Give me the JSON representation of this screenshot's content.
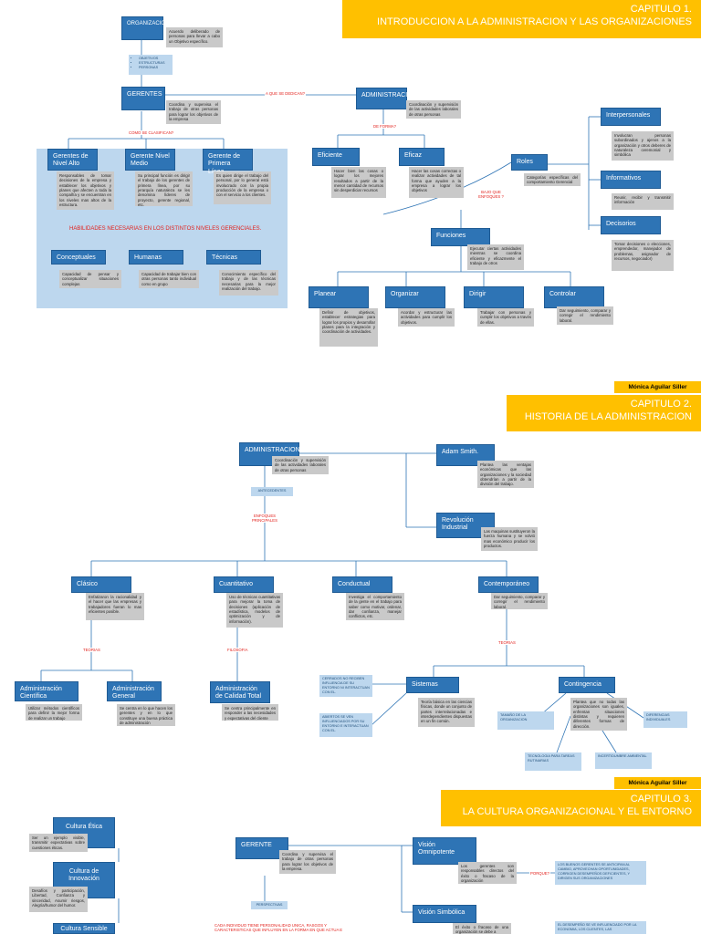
{
  "cap1": {
    "banner_line1": "CAPITULO 1.",
    "banner_line2": "INTRODUCCION A LA ADMINISTRACION Y LAS ORGANIZACIONES",
    "organizacion": "ORGANIZACION",
    "organizacion_note": "Acuerdo deliberado de personas para llevar a cabo un Objetivo específico.",
    "list": [
      "OBJETIVOS",
      "ESTRUCTURAS",
      "PERSONAS"
    ],
    "gerentes": "GERENTES",
    "gerentes_note": "Coordina y supervisa el trabajo de otras personas para lograr los objetivos de la empresa",
    "que_se_dedican": "A QUE SE DEDICAN?",
    "como_clasifican": "COMO SE CLASIFICAN?",
    "alto": "Gerentes de Nivel Alto",
    "alto_note": "Responsables de tomar decisiones de la empresa y establecer los objetivos y planes que afecten a toda la compañía y se encuentran en los niveles mas altos de la estructura.",
    "medio": "Gerente Nivel Medio",
    "medio_note": "Su principal función es dirigir el trabajo de los gerentes de primera línea, por su jerarquía naturaleza se les denomina líderes de proyecto, gerente regional, etc.",
    "primera": "Gerente de Primera Línea",
    "primera_note": "Es quien dirige el trabajo del personal, por lo general está involucrado con la propia producción de la empresa o con el servicio a los clientes.",
    "habilidades": "HABILIDADES NECESARIAS EN LOS DISTINTOS NIVELES GERENCIALES.",
    "conceptuales": "Conceptuales",
    "conceptuales_note": "Capacidad de pensar y conceptualizar situaciones complejas",
    "humanas": "Humanas",
    "humanas_note": "Capacidad de trabajar bien con otras personas tanto individual como en grupo",
    "tecnicas": "Técnicas",
    "tecnicas_note": "Conocimiento específico del trabajo y de las técnicas necesarias para la mejor realización del trabajo.",
    "administracion": "ADMINISTRACION",
    "administracion_note": "Coordinación y supervisión de las actividades laborales de otras personas",
    "de_forma": "DE FORMA?",
    "eficiente": "Eficiente",
    "eficiente_note": "Hacer bien las cosas o lograr los mejores resultados a partir de la menor cantidad de recursos sin desperdiciar recursos",
    "eficaz": "Eficaz",
    "eficaz_note": "Hacer las cosas correctas o realizar actividades de tal forma que ayuden a la empresa a lograr los objetivos",
    "bajo_que": "BAJO QUE ENFOQUES ?",
    "roles": "Roles",
    "roles_note": "Categorías específicas del comportamiento Gerencial",
    "interpersonales": "Interpersonales",
    "interpersonales_note": "Involucran personas subordinados y ajenos a la organización y otros deberes de naturaleza ceremonial y simbólica",
    "informativos": "Informativos",
    "informativos_note": "Reunir, recibir y transmitir información",
    "decisorios": "Decisorios",
    "decisorios_note": "Tomar decisiones o elecciones, emprendedor, manejador de problemas, asignador de recursos, negociador)",
    "funciones": "Funciones",
    "funciones_note": "Ejecutar ciertas actividades mientras se coordina eficiente y eficazmente el trabajo de otros",
    "planear": "Planear",
    "planear_note": "Definir de objetivos, establecer estrategias para lograr los propios y desarrollar planes para la integración y coordinación de actividades.",
    "organizar": "Organizar",
    "organizar_note": "Acordar y estructurar las actividades para cumplir los objetivos.",
    "dirigir": "Dirigir",
    "dirigir_note": "Trabajar con personas y cumplir los objetivos a través de ellas.",
    "controlar": "Controlar",
    "controlar_note": "Dar seguimiento, comparar y corregir el rendimiento laboral."
  },
  "cap2": {
    "author": "Mónica Aguilar Siller",
    "banner_line1": "CAPITULO 2.",
    "banner_line2": "HISTORIA DE LA ADMINISTRACION",
    "administracion": "ADMINISTRACION",
    "administracion_note": "Coordinación y supervisión de las actividades laborales de otras personas",
    "antecedentes": "ANTECEDENTES",
    "enfoques": "ENFOQUES PRINCIPALES",
    "adam": "Adam Smith.",
    "adam_note": "Plantea las ventajas económicas que las organizaciones y la sociedad obtendrían a partir de la división del trabajo.",
    "revolucion": "Revolución Industrial",
    "revolucion_note": "Las maquinas sustituyeron la fuerza humana y se volvió mas económico producir los productos.",
    "clasico": "Clásico",
    "clasico_note": "Enfatizaron la racionalidad y el hacer que las empresas y trabajadores fueran lo mas eficientes posible.",
    "cuantitativo": "Cuantitativo",
    "cuantitativo_note": "Uso de técnicas cuantitativas para mejorar la toma de decisiones (aplicación de estadística, modelos de optimización y de información).",
    "conductual": "Conductual",
    "conductual_note": "Investiga el comportamiento de la gente en el trabajo para saber como motivar, ordenar, dar confianza, manejar conflictos, etc.",
    "contemporaneo": "Contemporáneo",
    "contemporaneo_note": "Dar seguimiento, comparar y corregir el rendimiento laboral.",
    "teorias_1": "TEORIAS",
    "filosofia": "FILOSOFIA",
    "teorias_2": "TEORIAS",
    "cientifica": "Administración Científica",
    "cientifica_note": "Utilizar métodos científicos para definir la mejor forma de realizar un trabajo",
    "general": "Administración General",
    "general_note": "Se centra en lo que hacen los gerentes y en lo que constituye una buena práctica de administración",
    "calidad": "Administración de Calidad Total",
    "calidad_note": "Se centra principalmente en responder a las necesidades y expectativas del cliente",
    "cerrados": "CERRADOS NO RECIBEN INFLUENCIA DE SU ENTORNO NI INTERACTUAN CON EL.",
    "abiertos": "ABIERTOS SE VEN INFLUENCIADOS POR SU ENTORNO E INTERACTUAN CON EL.",
    "sistemas": "Sistemas",
    "sistemas_note": "Teoría básica en las ciencias físicas, donde un conjunto de partes interrelacionadas e interdependientes dispuestas en un fin común.",
    "contingencia": "Contingencia",
    "contingencia_note": "Plantea que no todas las organizaciones son iguales, enfrentan situaciones distintas y requieren diferentes formas de dirección.",
    "tamano": "TAMAÑO DE LA ORGANIZACION",
    "diferencias": "DIFERENCIAS INDIVIDUALES",
    "tecnologia": "TECNOLOGIA PARA TAREAS RUTINARIAS",
    "incertidumbre": "INCERTIDUMBRE AMBIENTAL"
  },
  "cap3": {
    "author": "Mónica Aguilar Siller",
    "banner_line1": "CAPITULO 3.",
    "banner_line2": "LA CULTURA ORGANIZACIONAL Y EL ENTORNO",
    "etica": "Cultura Ética",
    "etica_note": "Ser un ejemplo visible, transmitir expectativas sobre cuestiones éticas.",
    "innovacion": "Cultura de Innovación",
    "innovacion_note": "Desafíos y participación, Libertad, Confianza y sinceridad, Asumir riesgos, Alegría/humor del humor.",
    "sensible": "Cultura Sensible",
    "gerente": "GERENTE",
    "gerente_note": "Coordina y supervisa el trabajo de otras personas para lograr los objetivos de la empresa.",
    "perspectivas": "PERSPECTIVAS",
    "cada": "CADA INDIVIDUO TIENE PERSONALIDAD UNICA, RASGOS Y CARACTERISTICAS QUE INFLUYEN EN LA FORMA EN QUE ACTUA E",
    "omnipotente": "Visión Omnipotente",
    "omnipotente_note": "Los gerentes son responsables directos del éxito o fracaso de la organización",
    "porque": "PORQUE?",
    "porque_note": "LOS BUENOS GERENTES SE ANTICIPAN AL CAMBIO, APROVECHAN OPORTUNIDADES, CORRIGEN DESEMPEÑOS DEFICIENTES, Y DIRIGEN SUS ORGANIZACIONES",
    "simbolica": "Visión Simbólica",
    "simbolica_note": "El éxito o fracaso de una organización se debe a",
    "desempeno": "EL DESEMPEÑO SE VE INFLUENCIADO POR LA ECONOMIA, LOS CLIENTES, LAS"
  }
}
